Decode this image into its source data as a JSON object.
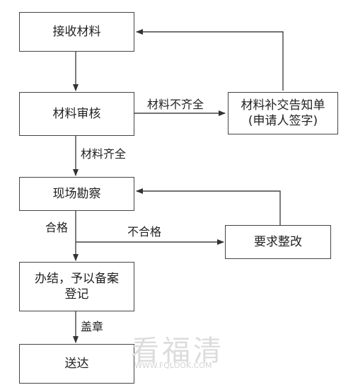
{
  "nodes": {
    "receive": "接收材料",
    "review": "材料审核",
    "notice_line1": "材料补交告知单",
    "notice_line2": "(申请人签字)",
    "survey": "现场勘察",
    "rectify": "要求整改",
    "complete_line1": "办结，予以备案",
    "complete_line2": "登记",
    "deliver": "送达"
  },
  "edge_labels": {
    "incomplete": "材料不齐全",
    "complete": "材料齐全",
    "qualified": "合格",
    "unqualified": "不合格",
    "seal": "盖章"
  },
  "watermark": {
    "title": "看福清",
    "url": "WWW.FQLOOK.COM"
  }
}
